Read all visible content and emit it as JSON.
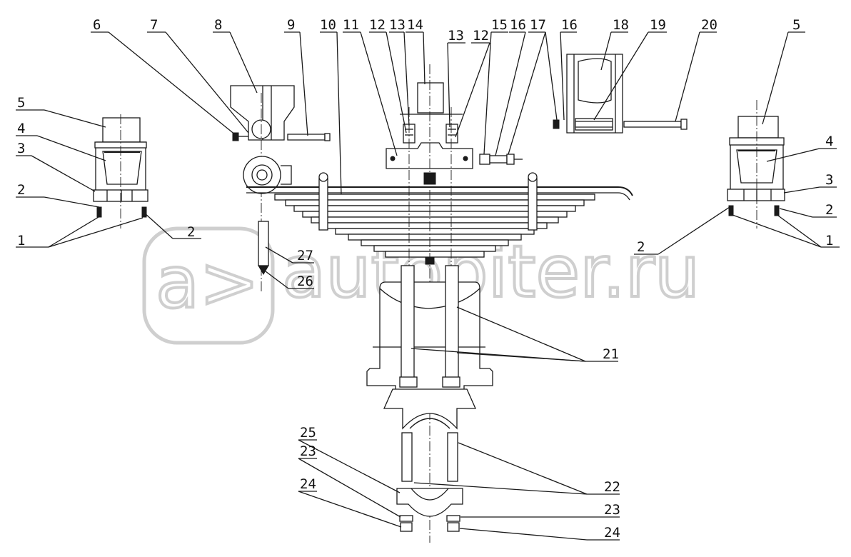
{
  "watermark": {
    "text": "autopiter.ru",
    "glyph": "a>"
  },
  "callouts": {
    "n1a": "1",
    "n1b": "1",
    "n2a": "2",
    "n2b": "2",
    "n2c": "2",
    "n2d": "2",
    "n3a": "3",
    "n3b": "3",
    "n4a": "4",
    "n4b": "4",
    "n5a": "5",
    "n5b": "5",
    "n6": "6",
    "n7": "7",
    "n8": "8",
    "n9": "9",
    "n10": "10",
    "n11": "11",
    "n12a": "12",
    "n12b": "12",
    "n13a": "13",
    "n13b": "13",
    "n14": "14",
    "n15": "15",
    "n16a": "16",
    "n16b": "16",
    "n17": "17",
    "n18": "18",
    "n19": "19",
    "n20": "20",
    "n21": "21",
    "n22": "22",
    "n23a": "23",
    "n23b": "23",
    "n24a": "24",
    "n24b": "24",
    "n25": "25",
    "n26": "26",
    "n27": "27"
  },
  "colors": {
    "line": "#1a1a1a",
    "watermark": "#cfcfcf",
    "background": "#ffffff"
  }
}
